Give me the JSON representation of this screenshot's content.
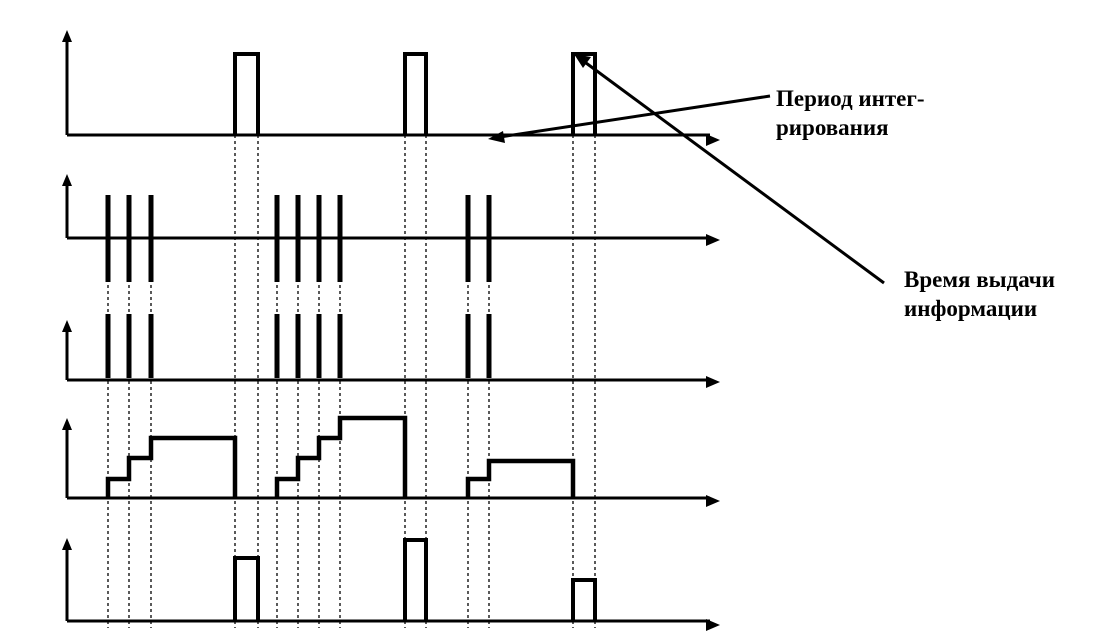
{
  "labels": {
    "integration_period": [
      "Период интег-",
      "рирования"
    ],
    "output_time": [
      "Время выдачи",
      "информации"
    ]
  },
  "colors": {
    "ink": "#000000",
    "background": "#ffffff"
  }
}
